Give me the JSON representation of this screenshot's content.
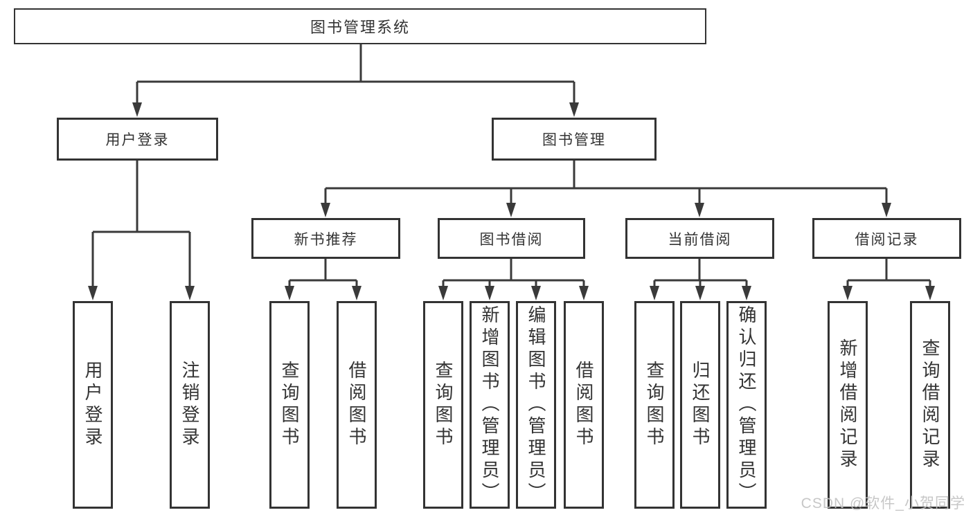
{
  "watermark": "CSDN @软件_小贺同学",
  "colors": {
    "line": "#3a3a3a",
    "box_border": "#333333",
    "text": "#333333",
    "watermark": "#c2c2c2",
    "background": "#ffffff"
  },
  "tree": {
    "root": {
      "label": "图书管理系统"
    },
    "user_login": {
      "label": "用户登录",
      "children": {
        "login": {
          "label": "用户登录"
        },
        "logout": {
          "label": "注销登录"
        }
      }
    },
    "book_mgmt": {
      "label": "图书管理",
      "children": {
        "new_book_rec": {
          "label": "新书推荐",
          "children": {
            "query_book": {
              "label": "查询图书"
            },
            "borrow_book": {
              "label": "借阅图书"
            }
          }
        },
        "book_borrow": {
          "label": "图书借阅",
          "children": {
            "query_book": {
              "label": "查询图书"
            },
            "add_book": {
              "label": "新增图书（管理员）"
            },
            "edit_book": {
              "label": "编辑图书（管理员）"
            },
            "borrow_book": {
              "label": "借阅图书"
            }
          }
        },
        "current_borrow": {
          "label": "当前借阅",
          "children": {
            "query_book": {
              "label": "查询图书"
            },
            "return_book": {
              "label": "归还图书"
            },
            "confirm_return": {
              "label": "确认归还（管理员）"
            }
          }
        },
        "borrow_record": {
          "label": "借阅记录",
          "children": {
            "add_record": {
              "label": "新增借阅记录"
            },
            "query_record": {
              "label": "查询借阅记录"
            }
          }
        }
      }
    }
  }
}
